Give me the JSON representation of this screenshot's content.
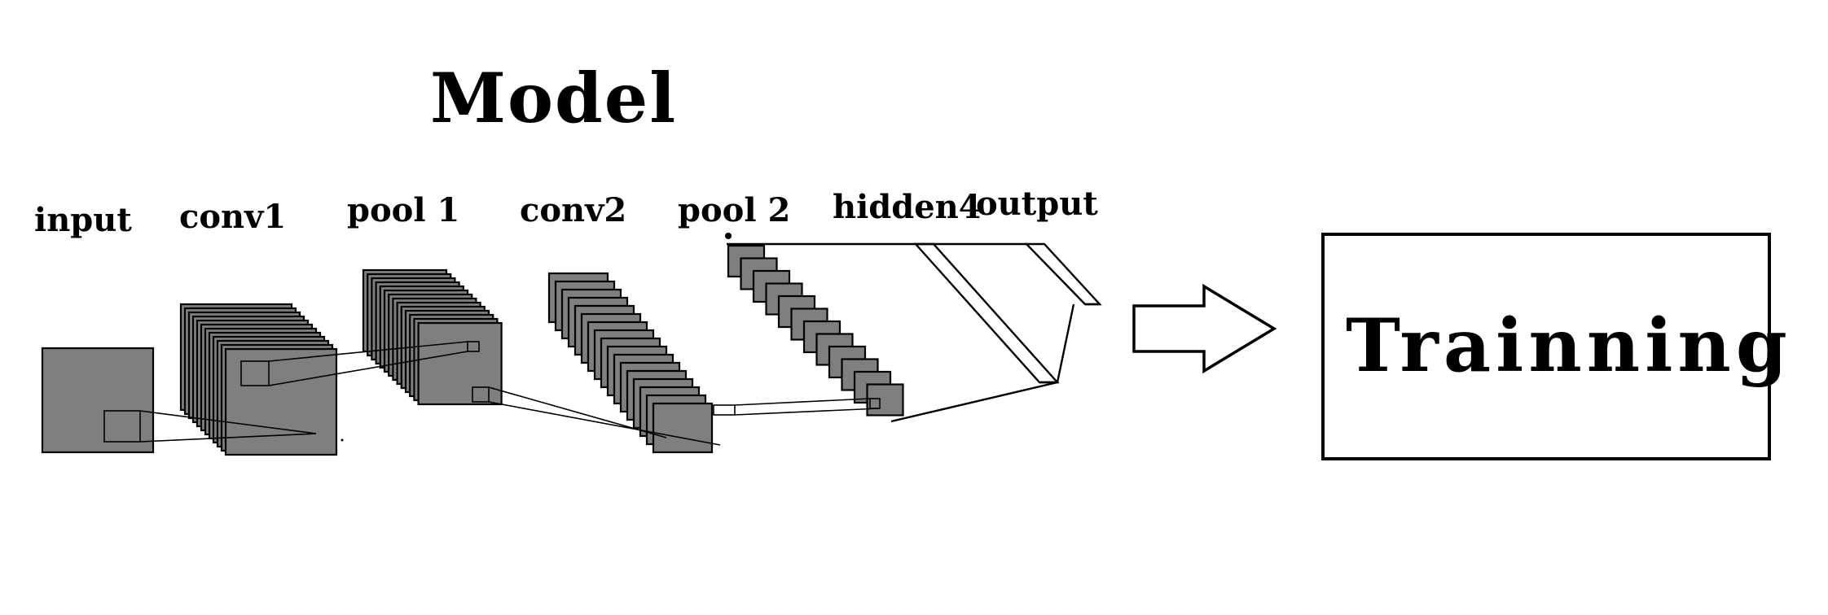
{
  "title": "Model",
  "layers": [
    {
      "id": "input",
      "label": "input"
    },
    {
      "id": "conv1",
      "label": "conv1"
    },
    {
      "id": "pool1",
      "label": "pool 1"
    },
    {
      "id": "conv2",
      "label": "conv2"
    },
    {
      "id": "pool2",
      "label": "pool 2"
    },
    {
      "id": "hidden4",
      "label": "hidden4"
    },
    {
      "id": "output",
      "label": "output"
    }
  ],
  "training_box": {
    "label": "Trainning"
  },
  "colors": {
    "feature_map": "#7f7f7f",
    "stroke": "#000000",
    "background": "#ffffff"
  },
  "icons": {
    "arrow": "right-arrow-icon"
  }
}
